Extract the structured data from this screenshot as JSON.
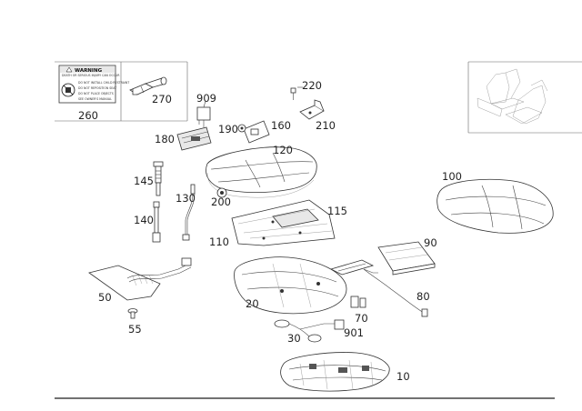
{
  "labels": {
    "p260": "260",
    "p270": "270",
    "p909": "909",
    "p220": "220",
    "p190": "190",
    "p160": "160",
    "p210": "210",
    "p180": "180",
    "p120": "120",
    "p145": "145",
    "p130": "130",
    "p200": "200",
    "p115": "115",
    "p140": "140",
    "p110": "110",
    "p100": "100",
    "p90": "90",
    "p50": "50",
    "p20": "20",
    "p80": "80",
    "p70": "70",
    "p55": "55",
    "p30": "30",
    "p901": "901",
    "p10": "10"
  },
  "warning_label": {
    "title": "WARNING",
    "line1": "DEATH OR SERIOUS INJURY CAN OCCUR",
    "line2": "DO NOT INSTALL CHILD RESTRAINT",
    "line3": "DO NOT REPOSITION SEAT",
    "line4": "DO NOT PLACE OBJECTS",
    "line5": "SEE OWNER'S MANUAL"
  }
}
